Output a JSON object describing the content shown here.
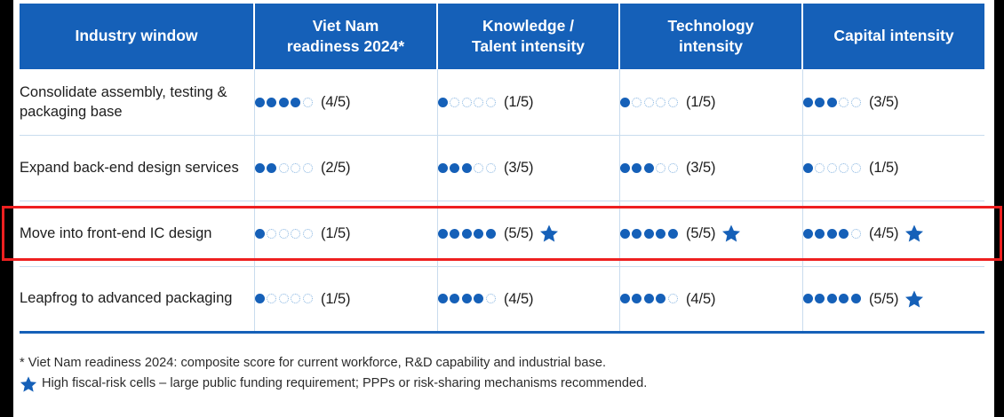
{
  "colors": {
    "header_blue": "#1560b8",
    "dot_on": "#1560b8",
    "dot_off_border": "#86b4e0",
    "star_blue": "#1560b8",
    "highlight_red": "#ee2020",
    "grid_line": "#c9dcee",
    "text": "#1d1d1d"
  },
  "table": {
    "columns": [
      {
        "label": "Industry window"
      },
      {
        "label": "Viet Nam\nreadiness 2024*",
        "line1": "Viet Nam",
        "line2": "readiness 2024*"
      },
      {
        "label": "Knowledge /\nTalent intensity",
        "line1": "Knowledge /",
        "line2": "Talent intensity"
      },
      {
        "label": "Technology\nintensity",
        "line1": "Technology",
        "line2": "intensity"
      },
      {
        "label": "Capital intensity",
        "line1": "Capital intensity",
        "line2": ""
      }
    ],
    "rows": [
      {
        "label": "Consolidate assembly, testing & packaging base",
        "highlighted": false,
        "cells": [
          {
            "filled": 4,
            "total": 5,
            "text": "(4/5)",
            "star": false
          },
          {
            "filled": 1,
            "total": 5,
            "text": "(1/5)",
            "star": false
          },
          {
            "filled": 1,
            "total": 5,
            "text": "(1/5)",
            "star": false
          },
          {
            "filled": 3,
            "total": 5,
            "text": "(3/5)",
            "star": false
          }
        ]
      },
      {
        "label": "Expand back-end design services",
        "highlighted": false,
        "cells": [
          {
            "filled": 2,
            "total": 5,
            "text": "(2/5)",
            "star": false
          },
          {
            "filled": 3,
            "total": 5,
            "text": "(3/5)",
            "star": false
          },
          {
            "filled": 3,
            "total": 5,
            "text": "(3/5)",
            "star": false
          },
          {
            "filled": 1,
            "total": 5,
            "text": "(1/5)",
            "star": false
          }
        ]
      },
      {
        "label": "Move into front-end IC design",
        "highlighted": true,
        "cells": [
          {
            "filled": 1,
            "total": 5,
            "text": "(1/5)",
            "star": false
          },
          {
            "filled": 5,
            "total": 5,
            "text": "(5/5)",
            "star": true
          },
          {
            "filled": 5,
            "total": 5,
            "text": "(5/5)",
            "star": true
          },
          {
            "filled": 4,
            "total": 5,
            "text": "(4/5)",
            "star": true
          }
        ]
      },
      {
        "label": "Leapfrog to advanced packaging",
        "highlighted": false,
        "cells": [
          {
            "filled": 1,
            "total": 5,
            "text": "(1/5)",
            "star": false
          },
          {
            "filled": 4,
            "total": 5,
            "text": "(4/5)",
            "star": false
          },
          {
            "filled": 4,
            "total": 5,
            "text": "(4/5)",
            "star": false
          },
          {
            "filled": 5,
            "total": 5,
            "text": "(5/5)",
            "star": true
          }
        ]
      }
    ]
  },
  "footnotes": [
    {
      "marker": "asterisk",
      "text": "* Viet Nam readiness 2024: composite score for current workforce, R&D capability and industrial base."
    },
    {
      "marker": "star",
      "text": "High fiscal-risk cells – large public funding requirement; PPPs or risk-sharing mechanisms recommended."
    }
  ]
}
